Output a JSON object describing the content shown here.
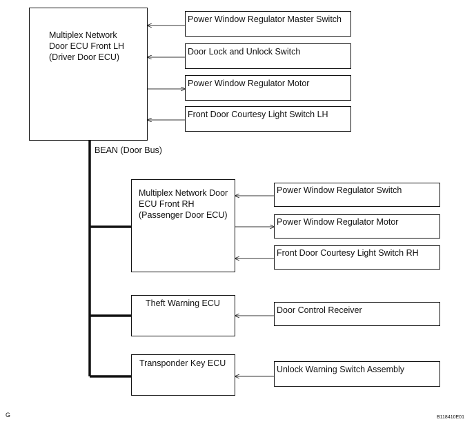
{
  "ecus": {
    "driver": "Multiplex Network\nDoor ECU Front LH\n(Driver Door ECU)",
    "passenger": "Multiplex Network Door\nECU Front RH\n(Passenger Door ECU)",
    "theft": "Theft Warning ECU",
    "transponder": "Transponder Key ECU"
  },
  "bus_label": "BEAN (Door Bus)",
  "driver_devices": [
    "Power Window Regulator Master Switch",
    "Door Lock and Unlock Switch",
    "Power Window Regulator Motor",
    "Front Door Courtesy Light Switch LH"
  ],
  "passenger_devices": [
    "Power Window Regulator Switch",
    "Power Window Regulator Motor",
    "Front Door Courtesy Light Switch RH"
  ],
  "theft_devices": [
    "Door Control Receiver"
  ],
  "transponder_devices": [
    "Unlock Warning Switch Assembly"
  ],
  "footer": {
    "left": "G",
    "right": "B118410E01"
  }
}
